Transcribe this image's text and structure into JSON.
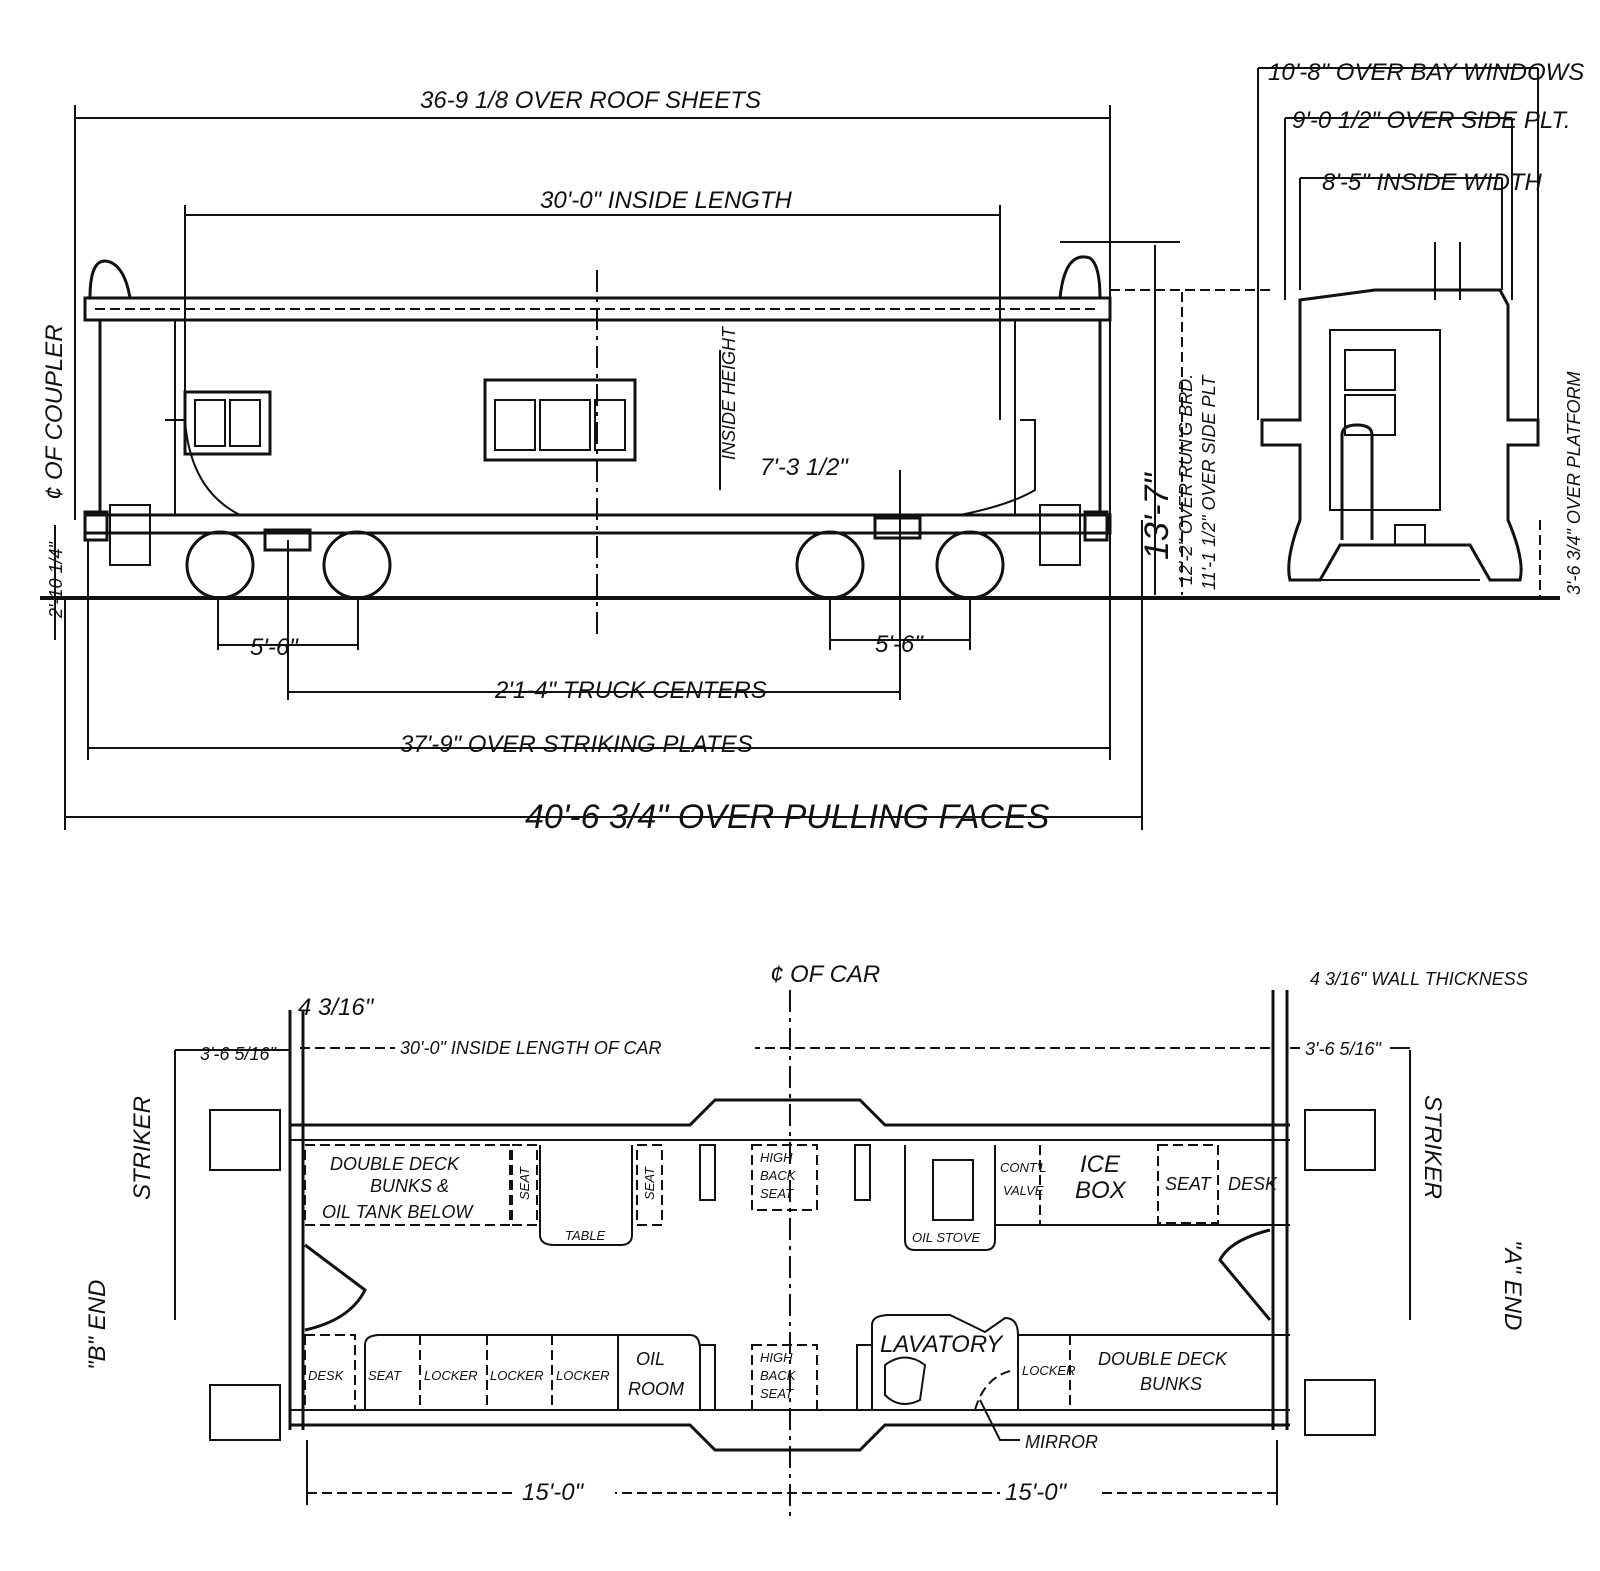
{
  "side_elevation": {
    "over_roof_sheets": "36-9 1/8 OVER ROOF SHEETS",
    "inside_length": "30'-0\" INSIDE LENGTH",
    "inside_height_label": "INSIDE HEIGHT",
    "inside_height_value": "7'-3 1/2\"",
    "coupler_label": "¢ OF COUPLER",
    "coupler_height": "2'-10 1/4\"",
    "wheelbase_left": "5'-6\"",
    "wheelbase_right": "5'-6\"",
    "truck_centers": "2'1-4\" TRUCK CENTERS",
    "over_striking_plates": "37'-9\" OVER STRIKING PLATES",
    "over_pulling_faces": "40'-6 3/4\" OVER PULLING FACES",
    "height_over_cupola": "13'-7\"",
    "height_over_running_board": "12'-2\" OVER RUN'G BRD.",
    "height_over_side_plate": "11'-1 1/2\" OVER SIDE PLT"
  },
  "end_elevation": {
    "over_bay_windows": "10'-8\" OVER BAY WINDOWS",
    "over_side_plate": "9'-0 1/2\" OVER SIDE PLT.",
    "inside_width": "8'-5\" INSIDE WIDTH",
    "over_platform": "3'-6 3/4\" OVER PLATFORM"
  },
  "floor_plan": {
    "centerline": "¢ OF CAR",
    "wall_thickness_left": "4 3/16\"",
    "wall_thickness_right": "4 3/16\" WALL THICKNESS",
    "inside_length": "30'-0\" INSIDE LENGTH OF CAR",
    "platform_left": "3'-6 5/16\"",
    "platform_right": "3'-6 5/16\"",
    "striker_left": "STRIKER",
    "striker_right": "STRIKER",
    "b_end": "\"B\" END",
    "a_end": "\"A\" END",
    "mirror": "MIRROR",
    "half_left": "15'-0\"",
    "half_right": "15'-0\"",
    "rooms": {
      "bunks_oil": [
        "DOUBLE DECK",
        "BUNKS &",
        "OIL TANK BELOW"
      ],
      "seat1": "SEAT",
      "table": "TABLE",
      "seat2": "SEAT",
      "high_back_top": [
        "HIGH",
        "BACK",
        "SEAT"
      ],
      "oil_stove": "OIL STOVE",
      "control_valve": [
        "CONT'L",
        "VALVE"
      ],
      "ice_box": [
        "ICE",
        "BOX"
      ],
      "seat3": "SEAT",
      "desk_top": "DESK",
      "desk_bottom": "DESK",
      "seat4": "SEAT",
      "locker1": "LOCKER",
      "locker2": "LOCKER",
      "locker3": "LOCKER",
      "oil_room": [
        "OIL",
        "ROOM"
      ],
      "high_back_bottom": [
        "HIGH",
        "BACK",
        "SEAT"
      ],
      "lavatory": "LAVATORY",
      "locker4": "LOCKER",
      "bunks_bottom": [
        "DOUBLE DECK",
        "BUNKS"
      ]
    }
  }
}
